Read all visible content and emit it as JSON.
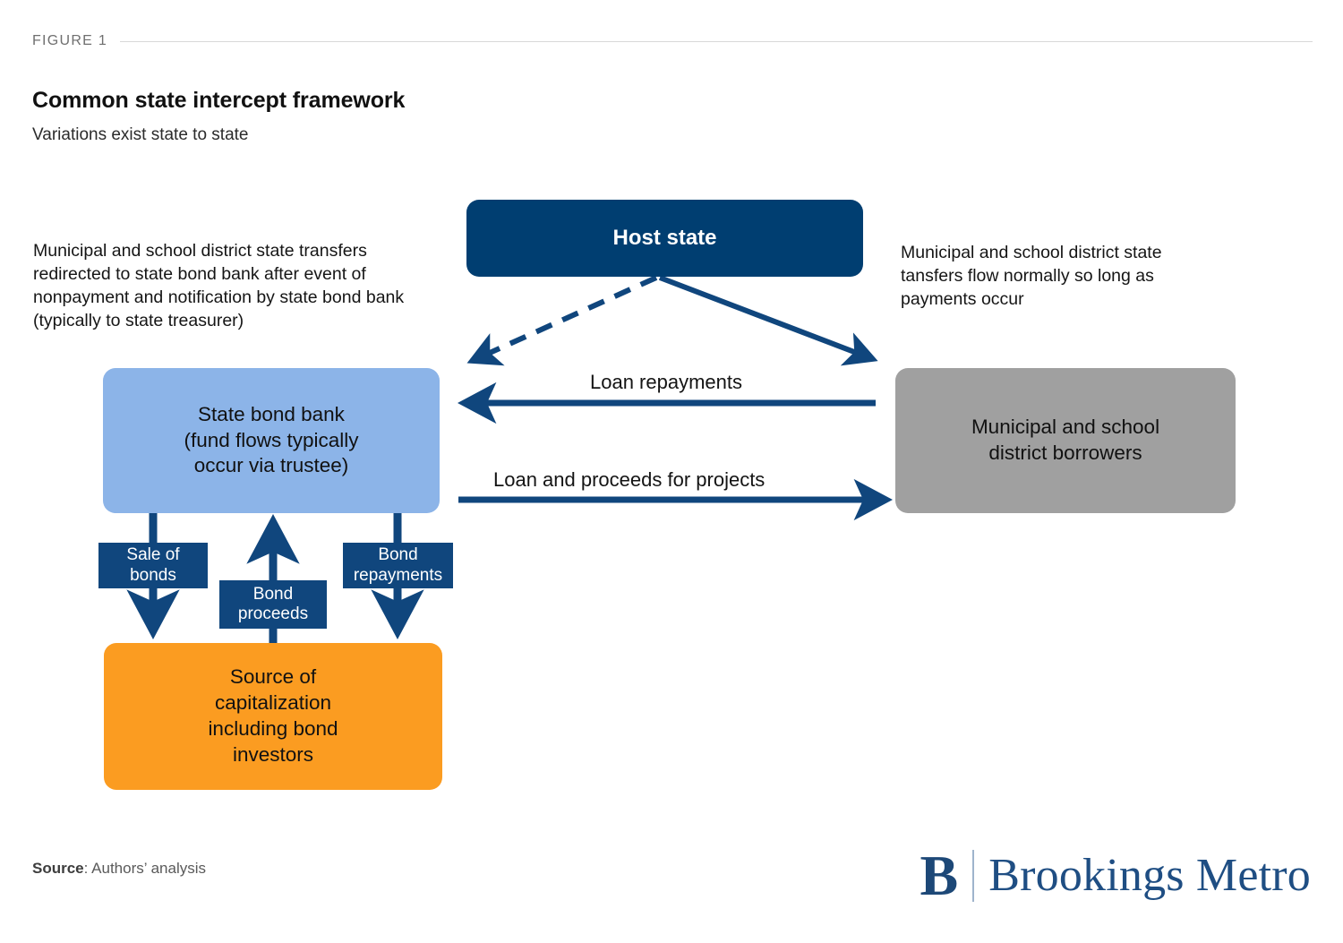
{
  "header": {
    "figure_label": "FIGURE 1",
    "title": "Common state intercept framework",
    "subtitle": "Variations exist state to state"
  },
  "annotations": {
    "left": "Municipal and school district state transfers redirected to state bond bank after event of nonpayment and notification by state bond bank (typically to state treasurer)",
    "right": "Municipal and school district state tansfers flow normally so long as payments occur"
  },
  "nodes": {
    "host_state": "Host state",
    "state_bond_bank": "State bond bank\n(fund flows typically\noccur via trustee)",
    "borrowers": "Municipal and school\ndistrict borrowers",
    "source_of_capitalization": "Source of\ncapitalization\nincluding bond\ninvestors"
  },
  "flow_labels": {
    "sale_of_bonds": "Sale of\nbonds",
    "bond_proceeds": "Bond\nproceeds",
    "bond_repayments": "Bond\nrepayments",
    "loan_repayments": "Loan repayments",
    "loan_and_proceeds": "Loan and proceeds for projects"
  },
  "footer": {
    "source_label": "Source",
    "source_text": ": Authors’ analysis",
    "logo_mark": "B",
    "logo_word": "Brookings Metro"
  },
  "colors": {
    "navy": "#003e71",
    "navy_chip": "#10467d",
    "light_blue": "#8cb4e8",
    "gray": "#a0a0a0",
    "orange": "#fb9c21",
    "rule": "#d8d8d8",
    "logo_blue": "#1f4e83"
  }
}
